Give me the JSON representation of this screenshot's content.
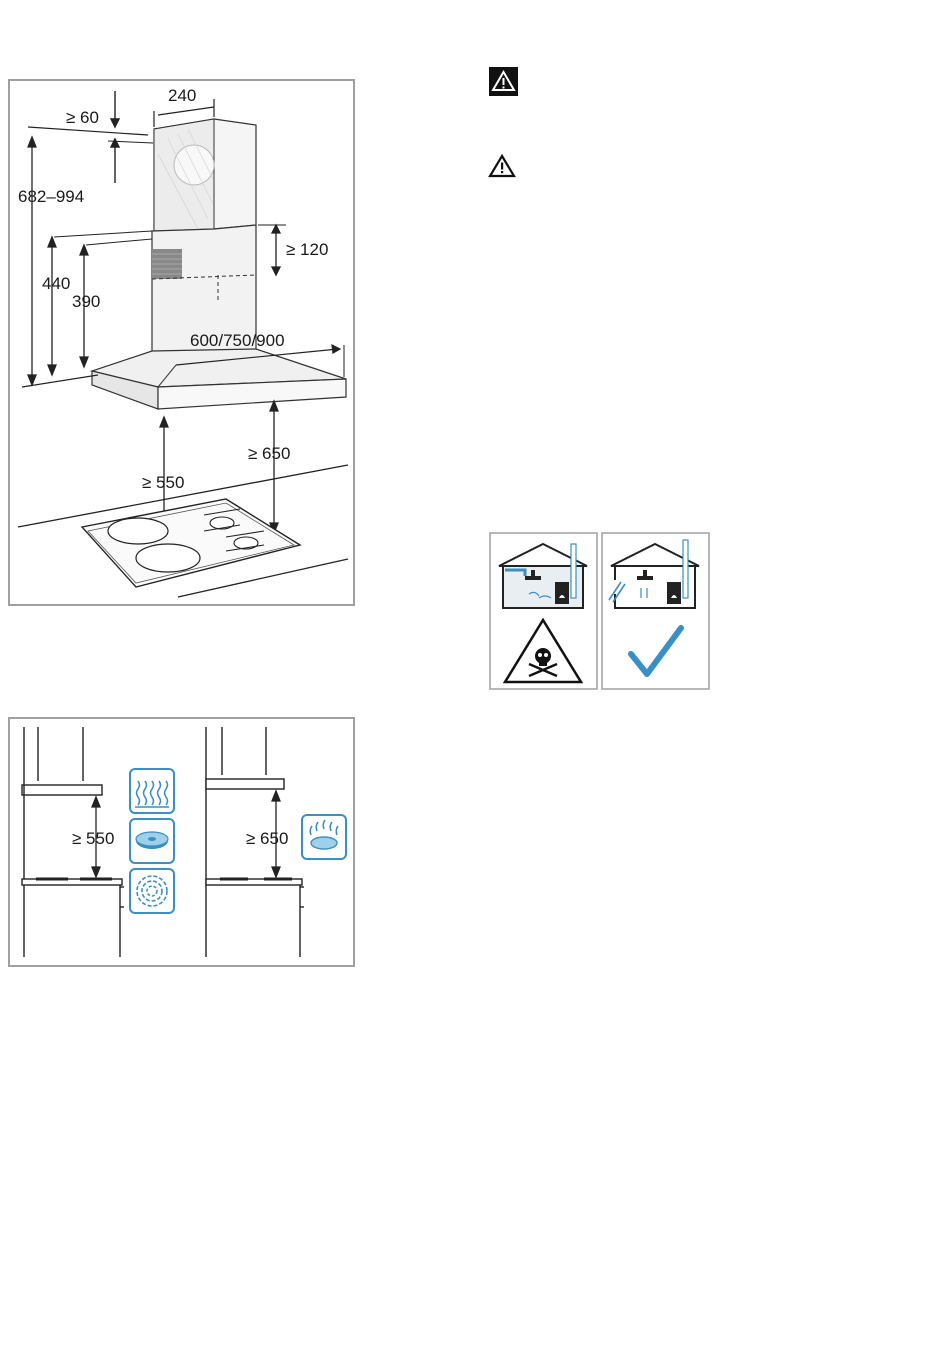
{
  "figure1": {
    "dims": {
      "top_clearance": "≥ 60",
      "chimney_width": "240",
      "total_height": "682–994",
      "hood_height_440": "440",
      "hood_height_390": "390",
      "overlap": "≥ 120",
      "hood_widths": "600/750/900",
      "electric_distance": "≥ 550",
      "gas_distance": "≥ 650"
    }
  },
  "figure2": {
    "left_distance": "≥ 550",
    "right_distance": "≥ 650",
    "icons": {
      "electric_radiant": "radiant-hob-icon",
      "electric_plate": "hotplate-icon",
      "induction": "induction-hob-icon",
      "gas": "gas-burner-icon"
    }
  },
  "warnings": {
    "warning_filled": "warning-triangle-filled-icon",
    "warning_outline": "warning-triangle-outline-icon"
  },
  "ventilation": {
    "bad_panel": "skull-warning-icon",
    "good_panel": "checkmark-icon"
  },
  "colors": {
    "frame": "#a0a0a0",
    "accent_blue": "#3a8fc4",
    "ink": "#1a1a1a"
  }
}
